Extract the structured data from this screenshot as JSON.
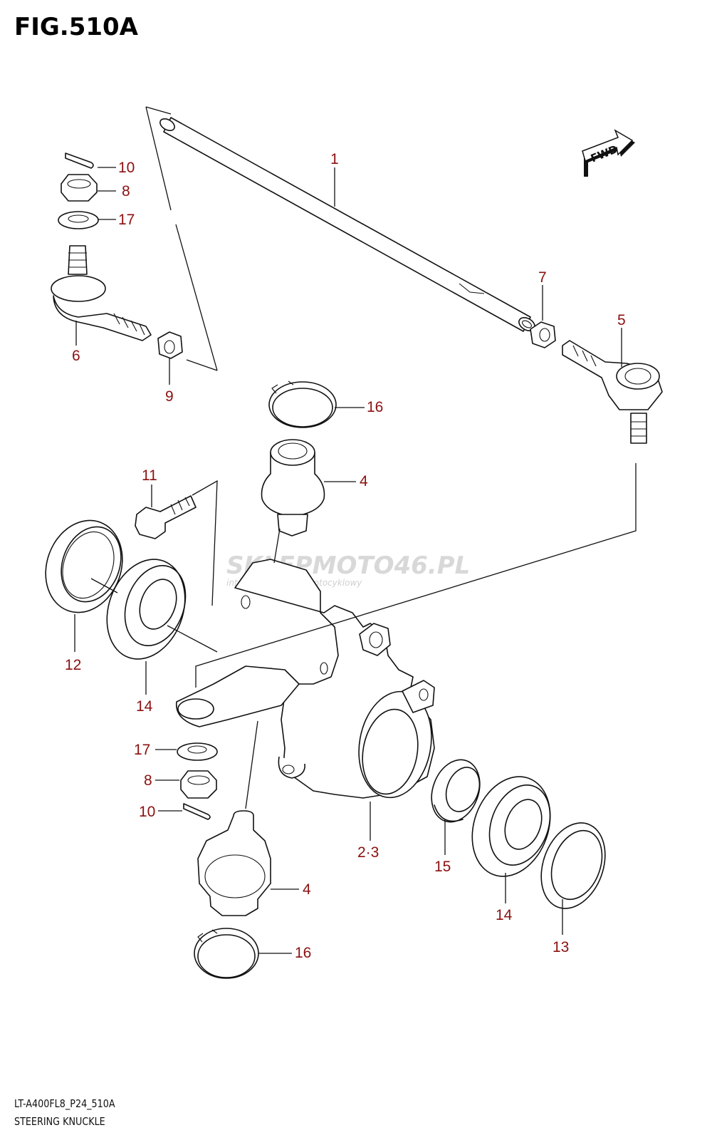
{
  "figure": {
    "title": "FIG.510A",
    "code": "LT-A400FL8_P24_510A",
    "name": "STEERING KNUCKLE"
  },
  "fwd_badge": "FWD",
  "watermark": {
    "main": "SKLEPMOTO46.PL",
    "sub": "internetowy sklep motocyklowy"
  },
  "callouts": {
    "c1": "1",
    "c2_3": "2·3",
    "c4_upper": "4",
    "c4_lower": "4",
    "c5": "5",
    "c6": "6",
    "c7": "7",
    "c8_upper": "8",
    "c8_lower": "8",
    "c9": "9",
    "c10_upper": "10",
    "c10_lower": "10",
    "c11": "11",
    "c12": "12",
    "c13": "13",
    "c14_left": "14",
    "c14_right": "14",
    "c15": "15",
    "c16_upper": "16",
    "c16_lower": "16",
    "c17_upper": "17",
    "c17_lower": "17"
  },
  "colors": {
    "callout_text": "#8b1010",
    "line_art": "#111111",
    "watermark": "#d8d8d8"
  }
}
